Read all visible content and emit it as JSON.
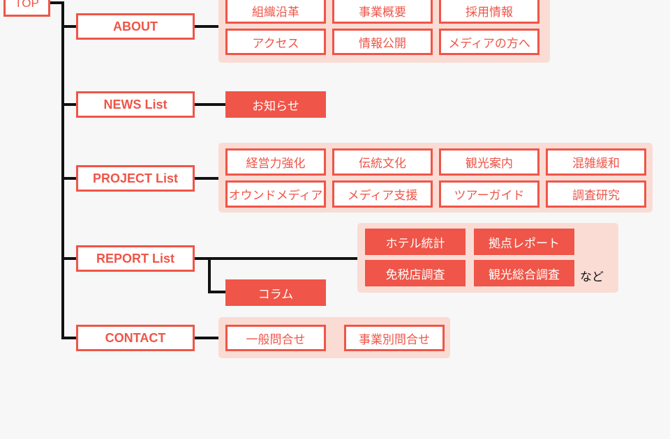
{
  "top": "TOP",
  "sections": {
    "about": "ABOUT",
    "news": "NEWS List",
    "project": "PROJECT List",
    "report": "REPORT List",
    "contact": "CONTACT"
  },
  "about_items": [
    "組織沿革",
    "事業概要",
    "採用情報",
    "アクセス",
    "情報公開",
    "メディアの方へ"
  ],
  "news_items": [
    "お知らせ"
  ],
  "project_items": [
    "経営力強化",
    "伝統文化",
    "観光案内",
    "混雑緩和",
    "オウンドメディア",
    "メディア支援",
    "ツアーガイド",
    "調査研究"
  ],
  "report_items": [
    "ホテル統計",
    "拠点レポート",
    "免税店調査",
    "観光総合調査"
  ],
  "report_note": "など",
  "report_column": "コラム",
  "contact_items": [
    "一般問合せ",
    "事業別問合せ"
  ],
  "colors": {
    "accent": "#ef5548",
    "group_bg": "#fadcd5",
    "background": "#f7f7f7",
    "line": "#111111"
  }
}
